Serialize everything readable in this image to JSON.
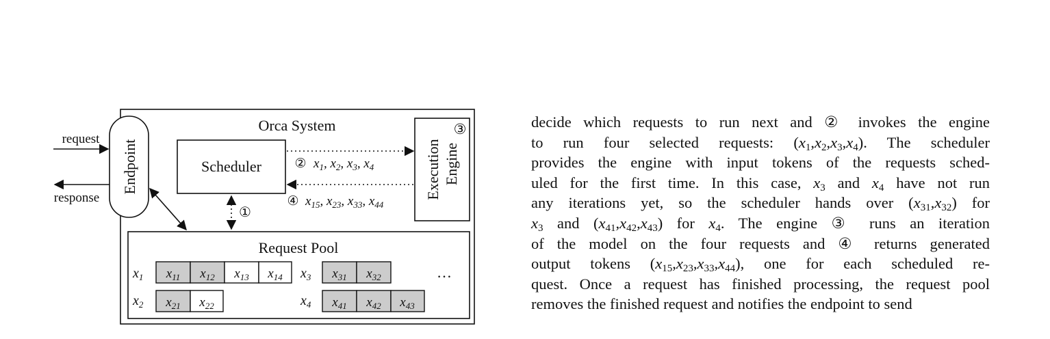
{
  "diagram": {
    "system_title": "Orca System",
    "endpoint_label": "Endpoint",
    "request_label": "request",
    "response_label": "response",
    "scheduler_label": "Scheduler",
    "engine_label_line1": "Execution",
    "engine_label_line2": "Engine",
    "step1_marker": "①",
    "step2_marker": "②",
    "step3_marker": "③",
    "step4_marker": "④",
    "pool_title": "Request Pool",
    "ellipsis": "…"
  },
  "paragraph": {
    "lines": [
      "decide which requests to run next and ② invokes the engine",
      "to run four selected requests: (x1,x2,x3,x4). The scheduler",
      "provides the engine with input tokens of the requests sched-",
      "uled for the first time. In this case, x3 and x4 have not run",
      "any iterations yet, so the scheduler hands over (x31,x32) for",
      "x3 and (x41,x42,x43) for x4. The engine ③ runs an iteration",
      "of the model on the four requests and ④ returns generated",
      "output tokens (x15,x23,x33,x44), one for each scheduled re-",
      "quest. Once a request has finished processing, the request pool",
      "removes the finished request and notifies the endpoint to send"
    ]
  }
}
